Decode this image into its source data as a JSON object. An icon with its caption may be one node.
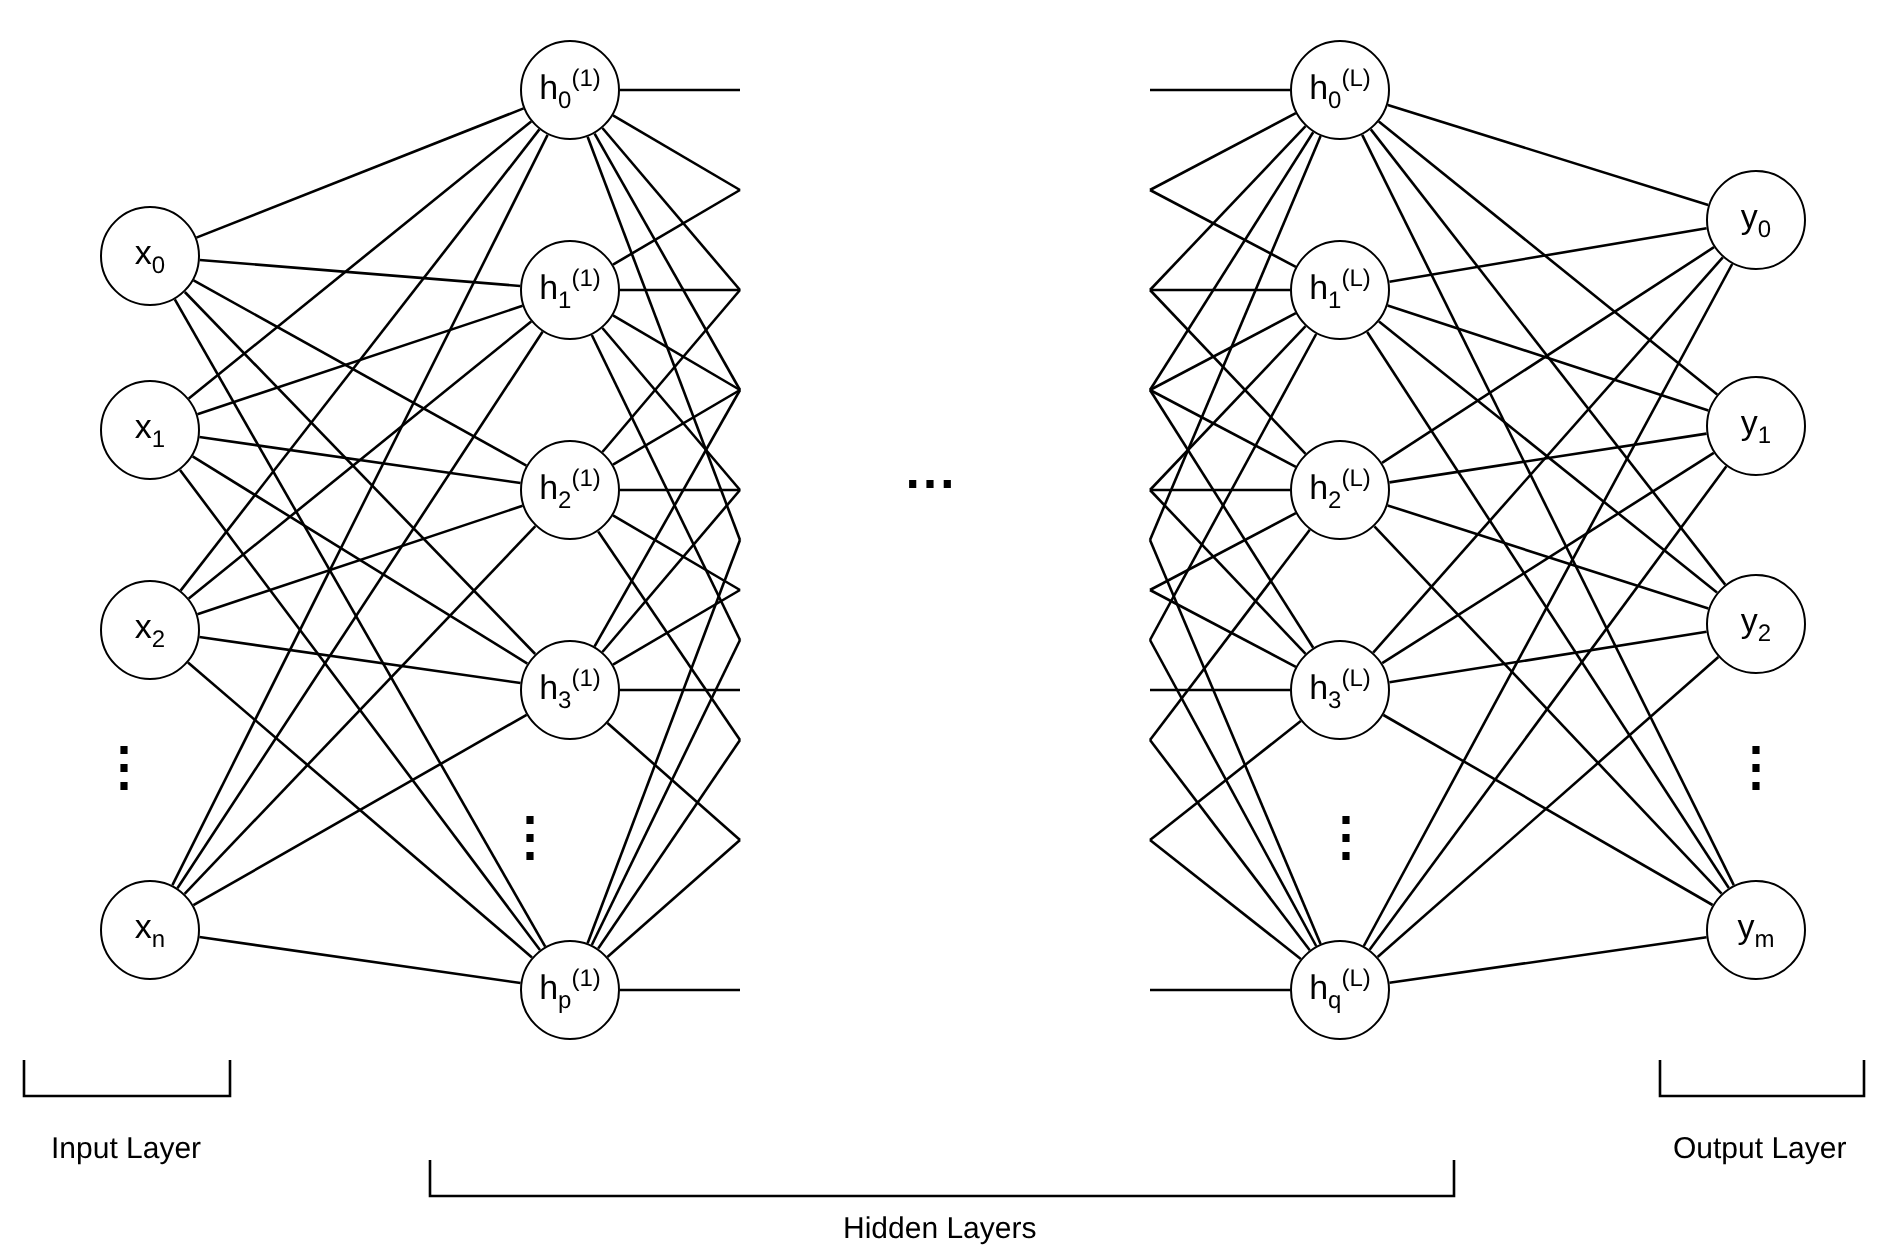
{
  "diagram": {
    "nodes": [
      {
        "text": [
          "x$_{0}$"
        ]
      },
      {
        "text": [
          "x$_{1}$"
        ]
      },
      {
        "text": [
          "x$_{2}$"
        ]
      },
      {
        "text": [
          "x$_{n}$"
        ]
      },
      {
        "text": [
          "h$_{0}$$^{(1)}$"
        ]
      },
      {
        "text": [
          "h$_{1}$$^{(1)}$"
        ]
      },
      {
        "text": [
          "h$_{2}$$^{(1)}$"
        ]
      },
      {
        "text": [
          "h$_{3}$$^{(1)}$"
        ]
      },
      {
        "text": [
          "h$_{p}$$^{(1)}$"
        ]
      },
      {
        "text": [
          "h$_{0}$$^{(L)}$"
        ]
      },
      {
        "text": [
          "h$_{1}$$^{(L)}$"
        ]
      },
      {
        "text": [
          "h$_{2}$$^{(L)}$"
        ]
      },
      {
        "text": [
          "h$_{3}$$^{(L)}$"
        ]
      },
      {
        "text": [
          "h$_{q}$$^{(L)}$"
        ]
      },
      {
        "text": [
          "y$_{0}$"
        ]
      },
      {
        "text": [
          "y$_{1}$"
        ]
      },
      {
        "text": [
          "y$_{2}$"
        ]
      },
      {
        "text": [
          "y$_{m}$"
        ]
      }
    ],
    "edges": [
      {
        "from": 0,
        "to": 4,
        "arrow": "none"
      },
      {
        "from": 0,
        "to": 5,
        "arrow": "none"
      },
      {
        "from": 0,
        "to": 6,
        "arrow": "none"
      },
      {
        "from": 0,
        "to": 7,
        "arrow": "none"
      },
      {
        "from": 0,
        "to": 8,
        "arrow": "none"
      },
      {
        "from": 1,
        "to": 4,
        "arrow": "none"
      },
      {
        "from": 1,
        "to": 5,
        "arrow": "none"
      },
      {
        "from": 1,
        "to": 6,
        "arrow": "none"
      },
      {
        "from": 1,
        "to": 7,
        "arrow": "none"
      },
      {
        "from": 1,
        "to": 8,
        "arrow": "none"
      },
      {
        "from": 2,
        "to": 4,
        "arrow": "none"
      },
      {
        "from": 2,
        "to": 5,
        "arrow": "none"
      },
      {
        "from": 2,
        "to": 6,
        "arrow": "none"
      },
      {
        "from": 2,
        "to": 7,
        "arrow": "none"
      },
      {
        "from": 2,
        "to": 8,
        "arrow": "none"
      },
      {
        "from": 3,
        "to": 4,
        "arrow": "none"
      },
      {
        "from": 3,
        "to": 5,
        "arrow": "none"
      },
      {
        "from": 3,
        "to": 6,
        "arrow": "none"
      },
      {
        "from": 3,
        "to": 7,
        "arrow": "none"
      },
      {
        "from": 3,
        "to": 8,
        "arrow": "none"
      },
      {
        "from": 4,
        "to": null,
        "arrow": "none"
      },
      {
        "from": 4,
        "to": null,
        "arrow": "none"
      },
      {
        "from": 4,
        "to": null,
        "arrow": "none"
      },
      {
        "from": 4,
        "to": null,
        "arrow": "none"
      },
      {
        "from": 4,
        "to": null,
        "arrow": "none"
      },
      {
        "from": 5,
        "to": null,
        "arrow": "none"
      },
      {
        "from": 5,
        "to": null,
        "arrow": "none"
      },
      {
        "from": 5,
        "to": null,
        "arrow": "none"
      },
      {
        "from": 5,
        "to": null,
        "arrow": "none"
      },
      {
        "from": 5,
        "to": null,
        "arrow": "none"
      },
      {
        "from": 6,
        "to": null,
        "arrow": "none"
      },
      {
        "from": 6,
        "to": null,
        "arrow": "none"
      },
      {
        "from": 6,
        "to": null,
        "arrow": "none"
      },
      {
        "from": 6,
        "to": null,
        "arrow": "none"
      },
      {
        "from": 6,
        "to": null,
        "arrow": "none"
      },
      {
        "from": 7,
        "to": null,
        "arrow": "none"
      },
      {
        "from": 7,
        "to": null,
        "arrow": "none"
      },
      {
        "from": 7,
        "to": null,
        "arrow": "none"
      },
      {
        "from": 7,
        "to": null,
        "arrow": "none"
      },
      {
        "from": 7,
        "to": null,
        "arrow": "none"
      },
      {
        "from": 8,
        "to": null,
        "arrow": "none"
      },
      {
        "from": 8,
        "to": null,
        "arrow": "none"
      },
      {
        "from": 8,
        "to": null,
        "arrow": "none"
      },
      {
        "from": 8,
        "to": null,
        "arrow": "none"
      },
      {
        "from": 8,
        "to": null,
        "arrow": "none"
      },
      {
        "from": null,
        "to": 9,
        "arrow": "none"
      },
      {
        "from": null,
        "to": 9,
        "arrow": "none"
      },
      {
        "from": null,
        "to": 9,
        "arrow": "none"
      },
      {
        "from": null,
        "to": 9,
        "arrow": "none"
      },
      {
        "from": null,
        "to": 9,
        "arrow": "none"
      },
      {
        "from": null,
        "to": 10,
        "arrow": "none"
      },
      {
        "from": null,
        "to": 10,
        "arrow": "none"
      },
      {
        "from": null,
        "to": 10,
        "arrow": "none"
      },
      {
        "from": null,
        "to": 10,
        "arrow": "none"
      },
      {
        "from": null,
        "to": 10,
        "arrow": "none"
      },
      {
        "from": null,
        "to": 11,
        "arrow": "none"
      },
      {
        "from": null,
        "to": 11,
        "arrow": "none"
      },
      {
        "from": null,
        "to": 11,
        "arrow": "none"
      },
      {
        "from": null,
        "to": 11,
        "arrow": "none"
      },
      {
        "from": null,
        "to": 11,
        "arrow": "none"
      },
      {
        "from": null,
        "to": 12,
        "arrow": "none"
      },
      {
        "from": null,
        "to": 12,
        "arrow": "none"
      },
      {
        "from": null,
        "to": 12,
        "arrow": "none"
      },
      {
        "from": null,
        "to": 12,
        "arrow": "none"
      },
      {
        "from": null,
        "to": 12,
        "arrow": "none"
      },
      {
        "from": null,
        "to": 13,
        "arrow": "none"
      },
      {
        "from": null,
        "to": 13,
        "arrow": "none"
      },
      {
        "from": null,
        "to": 13,
        "arrow": "none"
      },
      {
        "from": null,
        "to": 13,
        "arrow": "none"
      },
      {
        "from": null,
        "to": 13,
        "arrow": "none"
      },
      {
        "from": 9,
        "to": 14,
        "arrow": "none"
      },
      {
        "from": 9,
        "to": 15,
        "arrow": "none"
      },
      {
        "from": 9,
        "to": 16,
        "arrow": "none"
      },
      {
        "from": 9,
        "to": 17,
        "arrow": "none"
      },
      {
        "from": 10,
        "to": 14,
        "arrow": "none"
      },
      {
        "from": 10,
        "to": 15,
        "arrow": "none"
      },
      {
        "from": 10,
        "to": 16,
        "arrow": "none"
      },
      {
        "from": 10,
        "to": 17,
        "arrow": "none"
      },
      {
        "from": 11,
        "to": 14,
        "arrow": "none"
      },
      {
        "from": 11,
        "to": 15,
        "arrow": "none"
      },
      {
        "from": 11,
        "to": 16,
        "arrow": "none"
      },
      {
        "from": 11,
        "to": 17,
        "arrow": "none"
      },
      {
        "from": 12,
        "to": 14,
        "arrow": "none"
      },
      {
        "from": 12,
        "to": 15,
        "arrow": "none"
      },
      {
        "from": 12,
        "to": 16,
        "arrow": "none"
      },
      {
        "from": 12,
        "to": 17,
        "arrow": "none"
      },
      {
        "from": 13,
        "to": 14,
        "arrow": "none"
      },
      {
        "from": 13,
        "to": 15,
        "arrow": "none"
      },
      {
        "from": 13,
        "to": 16,
        "arrow": "none"
      },
      {
        "from": 13,
        "to": 17,
        "arrow": "none"
      }
    ],
    "labels": [
      "⋯",
      "⋮",
      "⋮",
      "⋮",
      "⋮",
      "Input Layer",
      "Output Layer",
      "Hidden Layers"
    ]
  }
}
